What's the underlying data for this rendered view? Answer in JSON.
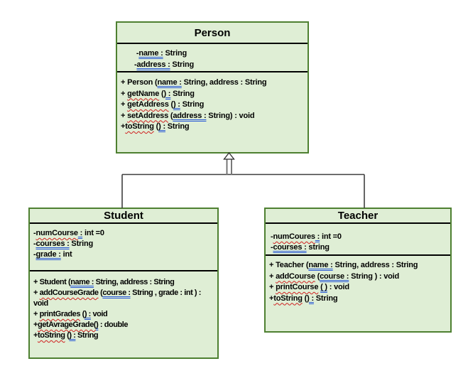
{
  "diagram": {
    "type": "uml-class-diagram",
    "colors": {
      "box_fill": "#dfeed5",
      "box_border": "#4e8031",
      "divider": "#000000",
      "text": "#000000",
      "spellcheck_red": "#cf1f1f",
      "grammar_blue": "#2757d6",
      "connector": "#3f3f3f"
    },
    "relationship": {
      "kind": "inheritance",
      "parent": "Person",
      "children": [
        "Student",
        "Teacher"
      ],
      "arrow_style": "hollow-triangle"
    }
  },
  "classes": [
    {
      "id": "person",
      "title": "Person",
      "attributes": [
        [
          {
            "t": " -"
          },
          {
            "t": "name :",
            "s": "b"
          },
          {
            "t": " String"
          }
        ],
        [
          {
            "t": "-"
          },
          {
            "t": "address :",
            "s": "b"
          },
          {
            "t": " String"
          }
        ]
      ],
      "methods": [
        [
          {
            "t": "+ Person ("
          },
          {
            "t": "name :",
            "s": "b"
          },
          {
            "t": " String, address : String"
          }
        ],
        [
          {
            "t": "+ "
          },
          {
            "t": "getName",
            "s": "r"
          },
          {
            "t": " ("
          },
          {
            "t": ") :",
            "s": "b"
          },
          {
            "t": " String"
          }
        ],
        [
          {
            "t": "+ "
          },
          {
            "t": "getAddress",
            "s": "r"
          },
          {
            "t": " ("
          },
          {
            "t": ") :",
            "s": "b"
          },
          {
            "t": " String"
          }
        ],
        [
          {
            "t": "+ "
          },
          {
            "t": "setAddress",
            "s": "r"
          },
          {
            "t": " ("
          },
          {
            "t": "address :",
            "s": "b"
          },
          {
            "t": " String) : void"
          }
        ],
        [
          {
            "t": "+"
          },
          {
            "t": "toString",
            "s": "r"
          },
          {
            "t": " ("
          },
          {
            "t": ") :",
            "s": "b"
          },
          {
            "t": " String"
          }
        ]
      ]
    },
    {
      "id": "student",
      "title": "Student",
      "attributes": [
        [
          {
            "t": "-"
          },
          {
            "t": "numCourse",
            "s": "r"
          },
          {
            "t": " :",
            "s": "b"
          },
          {
            "t": " int =0"
          }
        ],
        [
          {
            "t": "-"
          },
          {
            "t": "courses :",
            "s": "b"
          },
          {
            "t": " String"
          }
        ],
        [
          {
            "t": "-"
          },
          {
            "t": "grade :",
            "s": "b"
          },
          {
            "t": " int"
          }
        ]
      ],
      "methods": [
        [
          {
            "t": "+ Student ("
          },
          {
            "t": "name :",
            "s": "b"
          },
          {
            "t": " String, address : String"
          }
        ],
        [
          {
            "t": "+ "
          },
          {
            "t": "addCourseGrade",
            "s": "r"
          },
          {
            "t": " ("
          },
          {
            "t": "course :",
            "s": "b"
          },
          {
            "t": " String , grade : int ) : void"
          }
        ],
        [
          {
            "t": "+ "
          },
          {
            "t": "printGrades",
            "s": "r"
          },
          {
            "t": " ("
          },
          {
            "t": ") :",
            "s": "b"
          },
          {
            "t": " void"
          }
        ],
        [
          {
            "t": "+"
          },
          {
            "t": "getAvrageGrade(",
            "s": "r"
          },
          {
            "t": ")",
            "s": "b"
          },
          {
            "t": " : double"
          }
        ],
        [
          {
            "t": "+"
          },
          {
            "t": "toString",
            "s": "r"
          },
          {
            "t": " ("
          },
          {
            "t": ") :",
            "s": "b"
          },
          {
            "t": " String"
          }
        ]
      ]
    },
    {
      "id": "teacher",
      "title": "Teacher",
      "attributes": [
        [
          {
            "t": "-"
          },
          {
            "t": "numCoures",
            "s": "r"
          },
          {
            "t": " :",
            "s": "b"
          },
          {
            "t": " int =0"
          }
        ],
        [
          {
            "t": "-"
          },
          {
            "t": "courses :",
            "s": "b"
          },
          {
            "t": " string"
          }
        ]
      ],
      "methods": [
        [
          {
            "t": "+ Teacher ("
          },
          {
            "t": "name :",
            "s": "b"
          },
          {
            "t": " String, address : String"
          }
        ],
        [
          {
            "t": "+ "
          },
          {
            "t": "addCourse",
            "s": "r"
          },
          {
            "t": " ("
          },
          {
            "t": "course :",
            "s": "b"
          },
          {
            "t": " String ) : void"
          }
        ],
        [
          {
            "t": "+ "
          },
          {
            "t": "printCourse",
            "s": "r"
          },
          {
            "t": " "
          },
          {
            "t": "( )",
            "s": "b"
          },
          {
            "t": " : void"
          }
        ],
        [
          {
            "t": "+"
          },
          {
            "t": "toString",
            "s": "r"
          },
          {
            "t": " ("
          },
          {
            "t": ") :",
            "s": "b"
          },
          {
            "t": " String"
          }
        ]
      ]
    }
  ]
}
